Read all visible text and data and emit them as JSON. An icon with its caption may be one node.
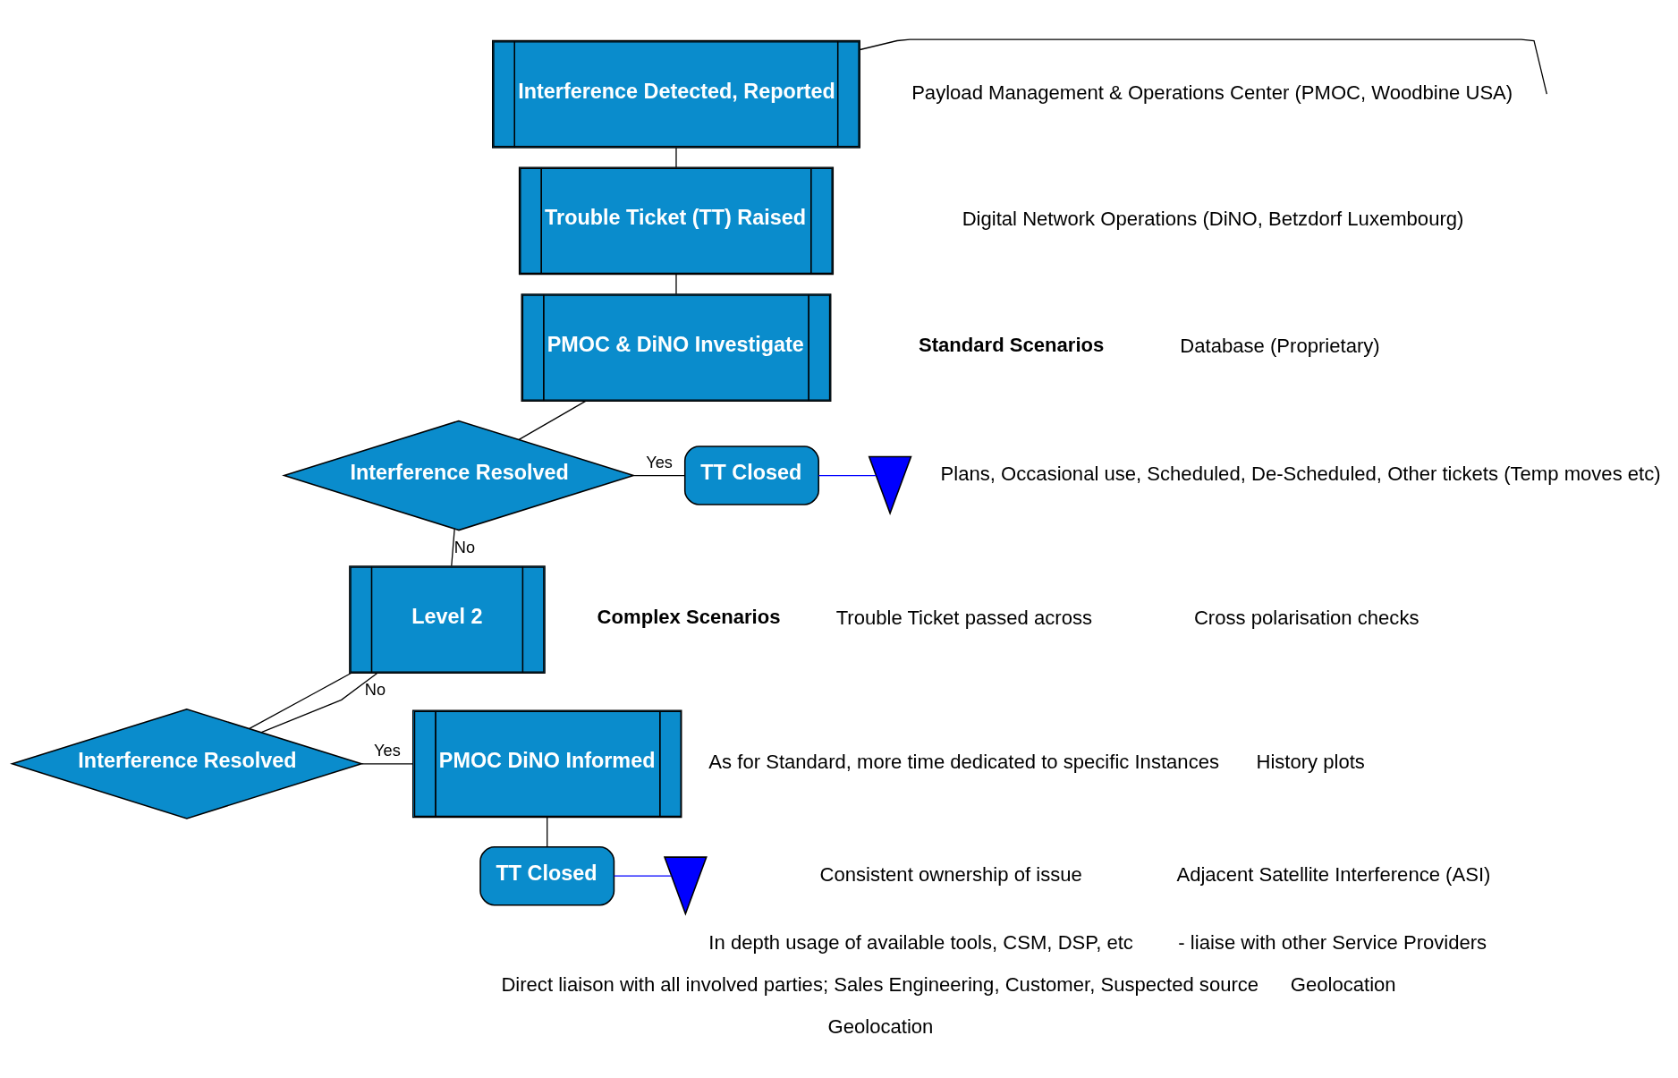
{
  "diagram": {
    "nodes": [
      {
        "text": [
          "Interference Detected, Reported"
        ]
      },
      {
        "text": [
          "Trouble Ticket (TT) Raised"
        ]
      },
      {
        "text": [
          "PMOC & DiNO Investigate"
        ]
      },
      {
        "text": [
          "Interference Resolved"
        ]
      },
      {
        "text": [
          "TT Closed"
        ]
      },
      {
        "text": [],
        "shape": "hourglass"
      },
      {
        "text": [
          "Level 2"
        ]
      },
      {
        "text": [
          "Interference Resolved"
        ]
      },
      {
        "text": [
          "PMOC DiNO Informed"
        ]
      },
      {
        "text": [
          "TT Closed"
        ]
      },
      {
        "text": [],
        "shape": "hourglass"
      }
    ],
    "edges": [
      {
        "from": 0,
        "to": null,
        "arrow": "none"
      },
      {
        "from": 0,
        "to": 1,
        "arrow": "none"
      },
      {
        "from": 1,
        "to": 2,
        "arrow": "none"
      },
      {
        "from": 2,
        "to": 3,
        "arrow": "none"
      },
      {
        "from": 3,
        "to": 4,
        "arrow": "none",
        "label": "Yes"
      },
      {
        "from": 4,
        "to": 5,
        "arrow": "none",
        "color": "#0000ff"
      },
      {
        "from": 3,
        "to": 6,
        "arrow": "none",
        "label": "No"
      },
      {
        "from": 6,
        "to": 7,
        "arrow": "none"
      },
      {
        "from": 7,
        "to": 6,
        "arrow": "none",
        "label": "No"
      },
      {
        "from": 7,
        "to": 8,
        "arrow": "none",
        "label": "Yes"
      },
      {
        "from": 8,
        "to": 9,
        "arrow": "none"
      },
      {
        "from": 9,
        "to": 10,
        "arrow": "none",
        "color": "#0000ff"
      }
    ],
    "labels": [
      "Payload Management & Operations Center (PMOC, Woodbine USA)",
      "Digital Network Operations (DiNO, Betzdorf Luxembourg)",
      "Standard Scenarios",
      "Database (Proprietary)",
      "Plans, Occasional use, Scheduled, De-Scheduled, Other tickets (Temp moves etc)",
      "Cross polarisation checks",
      "History plots",
      "Adjacent Satellite Interference (ASI)",
      " - liaise with other Service Providers",
      "Geolocation",
      "Complex Scenarios",
      "Trouble Ticket passed across",
      "As for Standard, more time dedicated to specific Instances",
      "Consistent ownership of issue",
      "In depth usage of available tools, CSM, DSP, etc",
      "Direct liaison with all involved parties; Sales Engineering, Customer, Suspected source",
      "Geolocation"
    ]
  }
}
